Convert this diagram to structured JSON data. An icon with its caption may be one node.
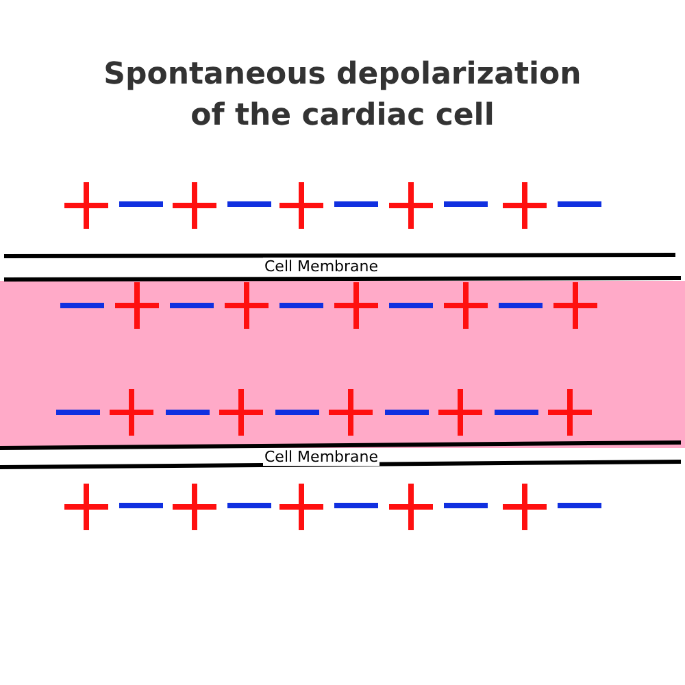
{
  "diagram": {
    "title": "Spontaneous depolarization of the cardiac cell",
    "labels": [
      "Cell Membrane",
      "Cell Membrane"
    ]
  }
}
